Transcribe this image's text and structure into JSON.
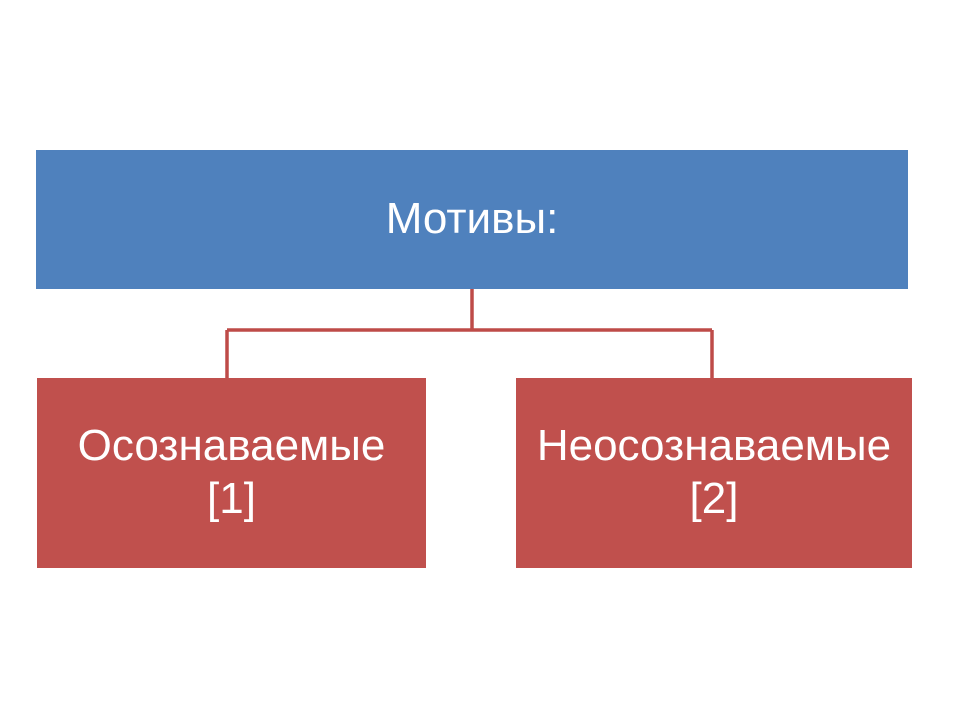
{
  "slide": {
    "background_color": "#ffffff"
  },
  "diagram": {
    "type": "hierarchy",
    "root": {
      "label": "Мотивы:",
      "fill_color": "#4f81bd",
      "text_color": "#ffffff"
    },
    "children": [
      {
        "label": "Осознаваемые [1]",
        "line1": "Осознаваемые",
        "line2": "[1]",
        "fill_color": "#c0504d",
        "text_color": "#ffffff"
      },
      {
        "label": "Неосознаваемые [2]",
        "line1": "Неосознаваемые",
        "line2": "[2]",
        "fill_color": "#c0504d",
        "text_color": "#ffffff"
      }
    ],
    "connector_color": "#be4b48"
  }
}
